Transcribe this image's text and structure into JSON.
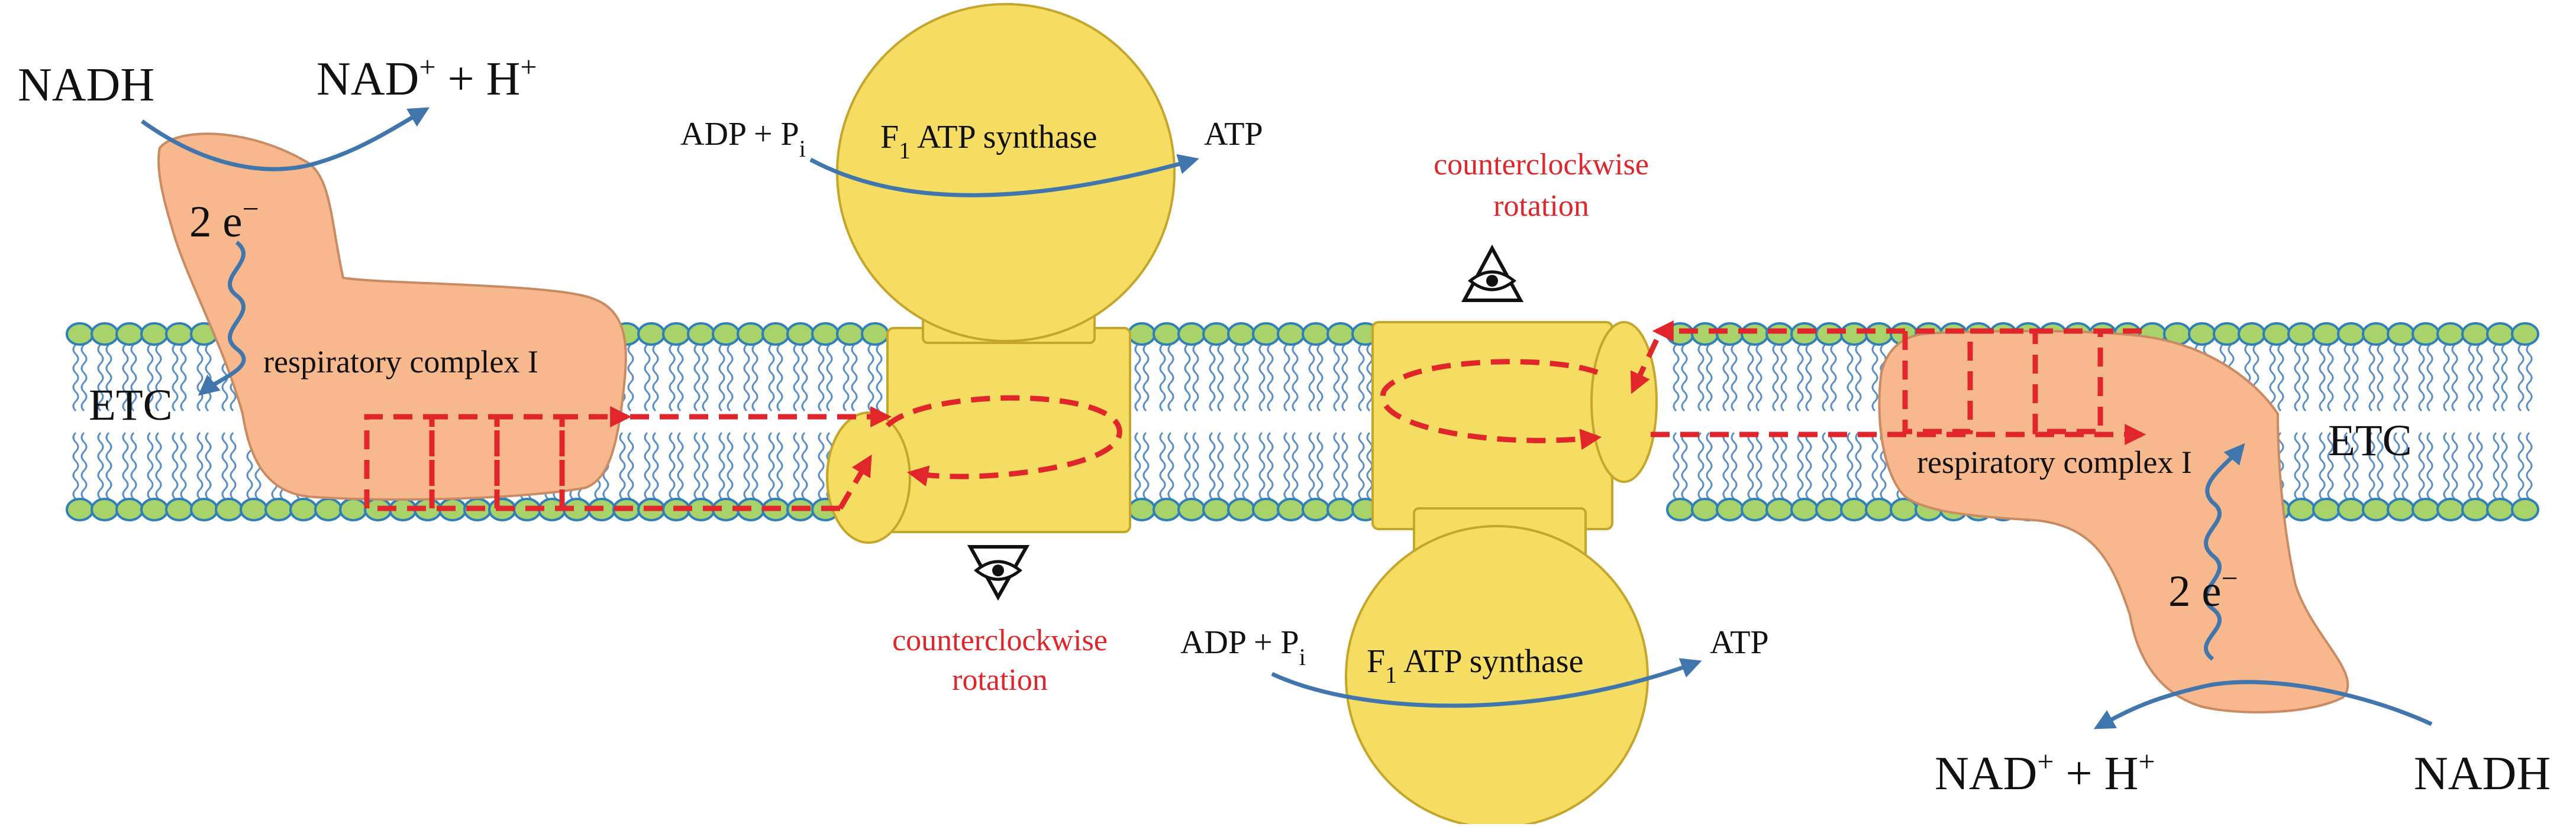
{
  "colors": {
    "membrane_head": "#a8d26a",
    "membrane_head_stroke": "#2f7fb8",
    "membrane_tail": "#5b8fc6",
    "complex_fill": "#f7b88d",
    "complex_stroke": "#c98b63",
    "synthase_fill": "#f5dd63",
    "synthase_stroke": "#c4a62a",
    "flow_arrow": "#4176ad",
    "rotation_arrow": "#e0262b",
    "label_red": "#e0262b"
  },
  "left_unit": {
    "nadh": "NADH",
    "nad_product": {
      "base": "NAD",
      "sup": "+",
      "rest": " + H",
      "sup2": "+"
    },
    "electrons": {
      "base": "2 e",
      "sup": "−"
    },
    "etc": "ETC",
    "complex_label": "respiratory complex I",
    "synthase_label": {
      "base": "F",
      "sub": "1",
      "rest": " ATP synthase"
    },
    "adp": {
      "base": "ADP + P",
      "sub": "i"
    },
    "atp": "ATP",
    "rotation_line1": "counterclockwise",
    "rotation_line2": "rotation",
    "eye_icon": "eye-icon"
  },
  "right_unit": {
    "nadh": "NADH",
    "nad_product": {
      "base": "NAD",
      "sup": "+",
      "rest": " + H",
      "sup2": "+"
    },
    "electrons": {
      "base": "2 e",
      "sup": "−"
    },
    "etc": "ETC",
    "complex_label": "respiratory complex I",
    "synthase_label": {
      "base": "F",
      "sub": "1",
      "rest": " ATP synthase"
    },
    "adp": {
      "base": "ADP + P",
      "sub": "i"
    },
    "atp": "ATP",
    "rotation_line1": "counterclockwise",
    "rotation_line2": "rotation",
    "eye_icon": "eye-icon"
  }
}
